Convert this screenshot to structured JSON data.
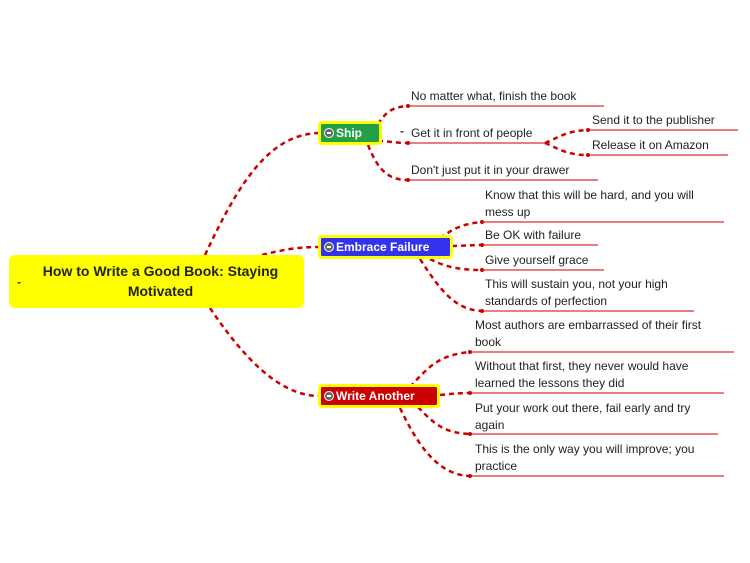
{
  "central": {
    "title": "How to Write a Good Book: Staying Motivated",
    "collapse": "-"
  },
  "branches": {
    "ship": {
      "label": "Ship",
      "color": "#22a045",
      "items": {
        "finish": "No matter what, finish the book",
        "front": "Get it in front of people",
        "front_collapse": "-",
        "publisher": "Send it to the publisher",
        "amazon": "Release it on Amazon",
        "drawer": "Don't just put it in your drawer"
      }
    },
    "failure": {
      "label": "Embrace Failure",
      "color": "#3333ee",
      "items": {
        "hard": "Know that this will be hard, and you will mess up",
        "ok": "Be OK with failure",
        "grace": "Give yourself grace",
        "sustain": "This will sustain you, not your high standards of perfection"
      }
    },
    "another": {
      "label": "Write Another",
      "color": "#cc0000",
      "items": {
        "embarrassed": "Most authors are embarrassed of their first book",
        "lessons": "Without that first, they never would have learned the lessons they did",
        "fail_early": "Put your work out there, fail early and try again",
        "improve": "This is the only way you will improve; you practice"
      }
    }
  },
  "connector_color": "#cc0000"
}
